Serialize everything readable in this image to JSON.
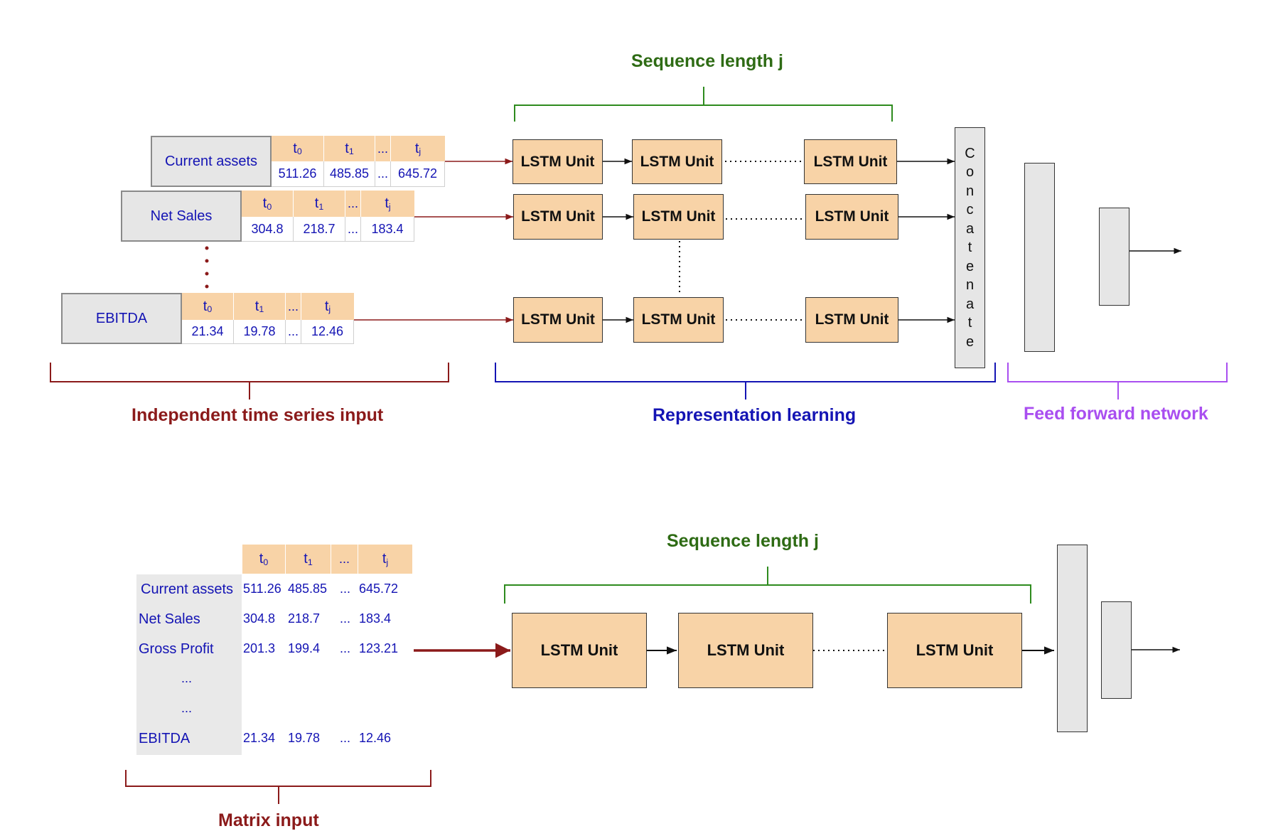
{
  "top": {
    "sequence_label": "Sequence length j",
    "inputs": [
      {
        "name": "Current assets",
        "headers": [
          "t",
          "t",
          "...",
          "t"
        ],
        "subs": [
          "0",
          "1",
          "",
          "j"
        ],
        "values": [
          "511.26",
          "485.85",
          "...",
          "645.72"
        ]
      },
      {
        "name": "Net Sales",
        "headers": [
          "t",
          "t",
          "...",
          "t"
        ],
        "subs": [
          "0",
          "1",
          "",
          "j"
        ],
        "values": [
          "304.8",
          "218.7",
          "...",
          "183.4"
        ]
      },
      {
        "name": "EBITDA",
        "headers": [
          "t",
          "t",
          "...",
          "t"
        ],
        "subs": [
          "0",
          "1",
          "",
          "j"
        ],
        "values": [
          "21.34",
          "19.78",
          "...",
          "12.46"
        ]
      }
    ],
    "lstm_label": "LSTM Unit",
    "concatenate_letters": [
      "C",
      "o",
      "n",
      "c",
      "a",
      "t",
      "e",
      "n",
      "a",
      "t",
      "e"
    ],
    "section_labels": {
      "input": "Independent time series input",
      "representation": "Representation learning",
      "feedforward": "Feed forward network"
    }
  },
  "bottom": {
    "sequence_label": "Sequence length j",
    "headers": [
      "t",
      "t",
      "...",
      "t"
    ],
    "subs": [
      "0",
      "1",
      "",
      "j"
    ],
    "rows": [
      {
        "name": "Current assets",
        "values": [
          "511.26",
          "485.85",
          "...",
          "645.72"
        ]
      },
      {
        "name": "Net Sales",
        "values": [
          "304.8",
          "218.7",
          "...",
          "183.4"
        ]
      },
      {
        "name": "Gross Profit",
        "values": [
          "201.3",
          "199.4",
          "...",
          "123.21"
        ]
      },
      {
        "name": "...",
        "values": [
          "",
          "",
          "",
          ""
        ]
      },
      {
        "name": "...",
        "values": [
          "",
          "",
          "",
          ""
        ]
      },
      {
        "name": "EBITDA",
        "values": [
          "21.34",
          "19.78",
          "...",
          "12.46"
        ]
      }
    ],
    "lstm_label": "LSTM Unit",
    "matrix_label": "Matrix input"
  },
  "colors": {
    "green": "#2e6b14",
    "red": "#8b1a1a",
    "blue": "#1414b4",
    "purple": "#a94ef0",
    "lstm_fill": "#f8d3a7",
    "gray_fill": "#e6e6e6"
  }
}
